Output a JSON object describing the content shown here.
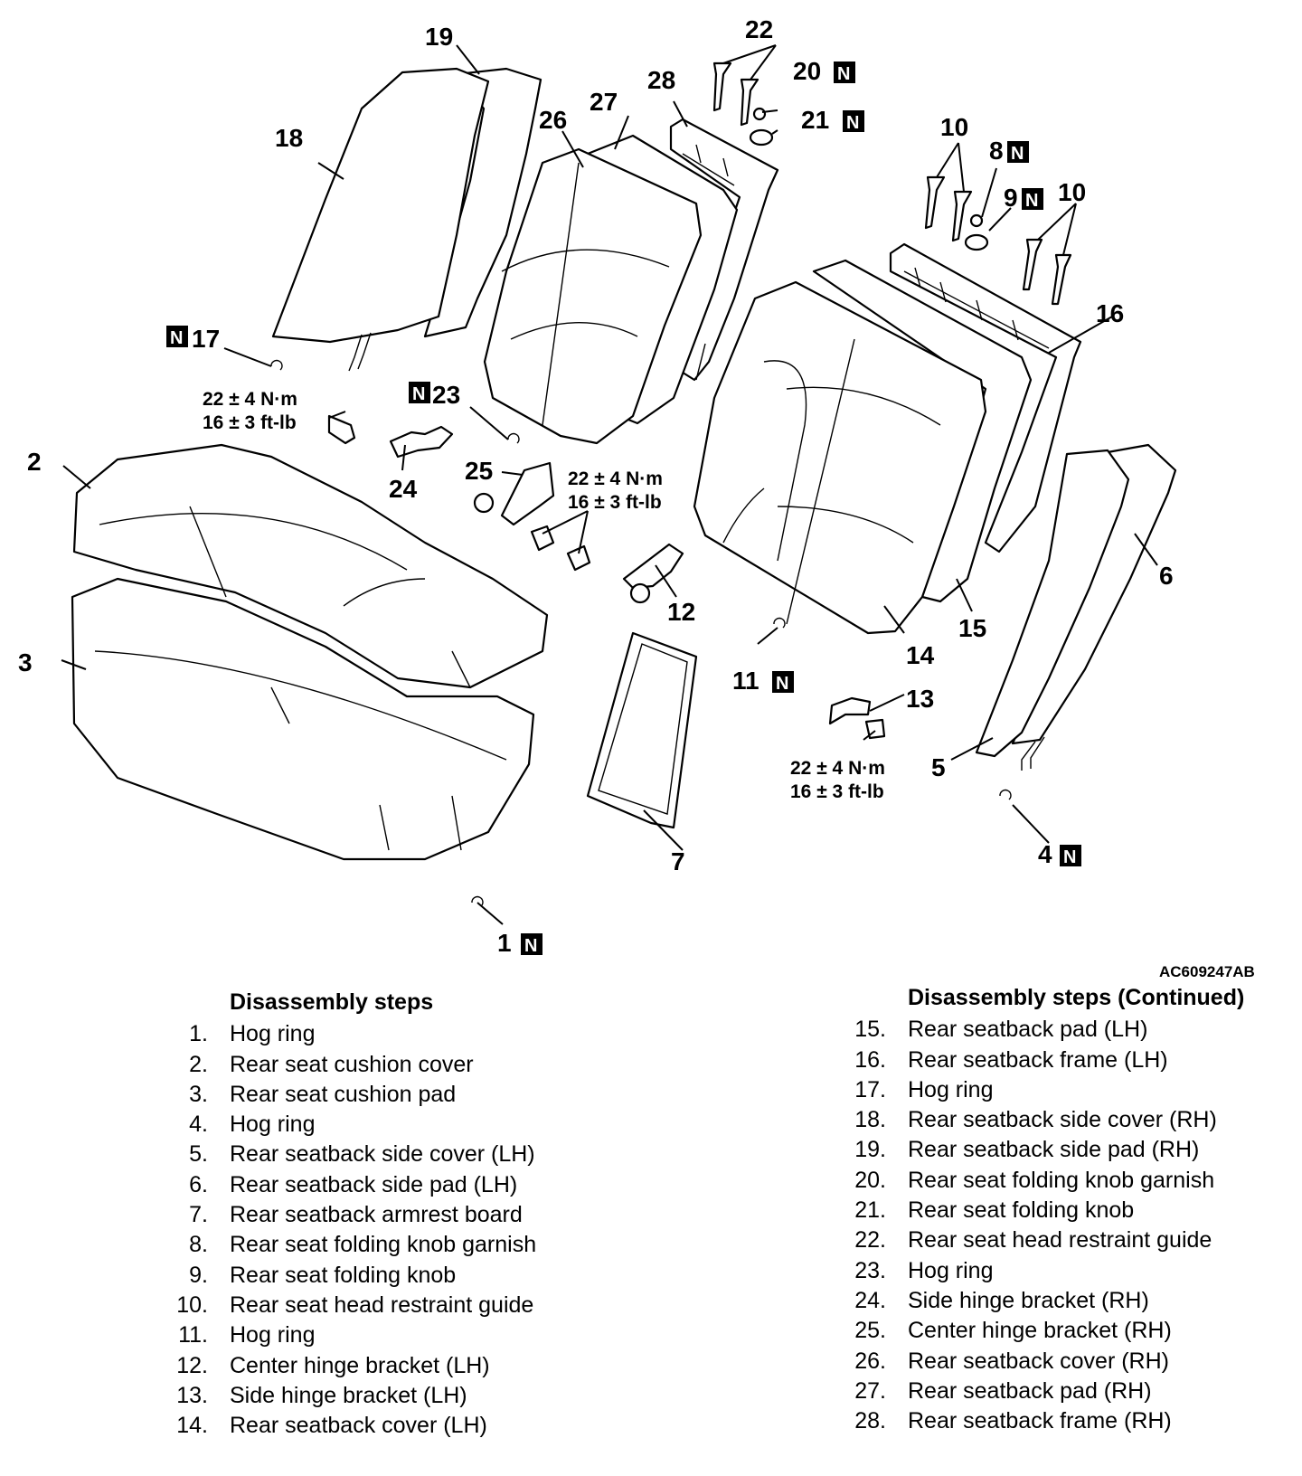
{
  "figure_id": "AC609247AB",
  "n_mark": "N",
  "callouts": {
    "c1": "1",
    "c2": "2",
    "c3": "3",
    "c4": "4",
    "c5": "5",
    "c6": "6",
    "c7": "7",
    "c8": "8",
    "c9": "9",
    "c10a": "10",
    "c10b": "10",
    "c11": "11",
    "c12": "12",
    "c13": "13",
    "c14": "14",
    "c15": "15",
    "c16": "16",
    "c17": "17",
    "c18": "18",
    "c19": "19",
    "c20": "20",
    "c21": "21",
    "c22": "22",
    "c23": "23",
    "c24": "24",
    "c25": "25",
    "c26": "26",
    "c27": "27",
    "c28": "28"
  },
  "torque_spec": {
    "metric": "22 ± 4 N·m",
    "imperial": "16 ± 3 ft-lb"
  },
  "steps_left": {
    "title": "Disassembly steps",
    "items": [
      {
        "num": "1.",
        "text": "Hog ring"
      },
      {
        "num": "2.",
        "text": "Rear seat cushion cover"
      },
      {
        "num": "3.",
        "text": "Rear seat cushion pad"
      },
      {
        "num": "4.",
        "text": "Hog ring"
      },
      {
        "num": "5.",
        "text": "Rear seatback side cover (LH)"
      },
      {
        "num": "6.",
        "text": "Rear seatback side pad (LH)"
      },
      {
        "num": "7.",
        "text": "Rear seatback armrest board"
      },
      {
        "num": "8.",
        "text": "Rear seat folding knob garnish"
      },
      {
        "num": "9.",
        "text": "Rear seat folding knob"
      },
      {
        "num": "10.",
        "text": "Rear seat head restraint guide"
      },
      {
        "num": "11.",
        "text": "Hog ring"
      },
      {
        "num": "12.",
        "text": "Center hinge bracket (LH)"
      },
      {
        "num": "13.",
        "text": "Side hinge bracket (LH)"
      },
      {
        "num": "14.",
        "text": "Rear seatback cover (LH)"
      }
    ]
  },
  "steps_right": {
    "title": "Disassembly steps (Continued)",
    "items": [
      {
        "num": "15.",
        "text": "Rear seatback pad (LH)"
      },
      {
        "num": "16.",
        "text": "Rear seatback frame (LH)"
      },
      {
        "num": "17.",
        "text": "Hog ring"
      },
      {
        "num": "18.",
        "text": "Rear seatback side cover (RH)"
      },
      {
        "num": "19.",
        "text": "Rear seatback side pad (RH)"
      },
      {
        "num": "20.",
        "text": "Rear seat folding knob garnish"
      },
      {
        "num": "21.",
        "text": "Rear seat folding knob"
      },
      {
        "num": "22.",
        "text": "Rear seat head restraint guide"
      },
      {
        "num": "23.",
        "text": "Hog ring"
      },
      {
        "num": "24.",
        "text": "Side hinge bracket (RH)"
      },
      {
        "num": "25.",
        "text": "Center hinge bracket (RH)"
      },
      {
        "num": "26.",
        "text": "Rear seatback cover (RH)"
      },
      {
        "num": "27.",
        "text": "Rear seatback pad (RH)"
      },
      {
        "num": "28.",
        "text": "Rear seatback frame (RH)"
      }
    ]
  }
}
